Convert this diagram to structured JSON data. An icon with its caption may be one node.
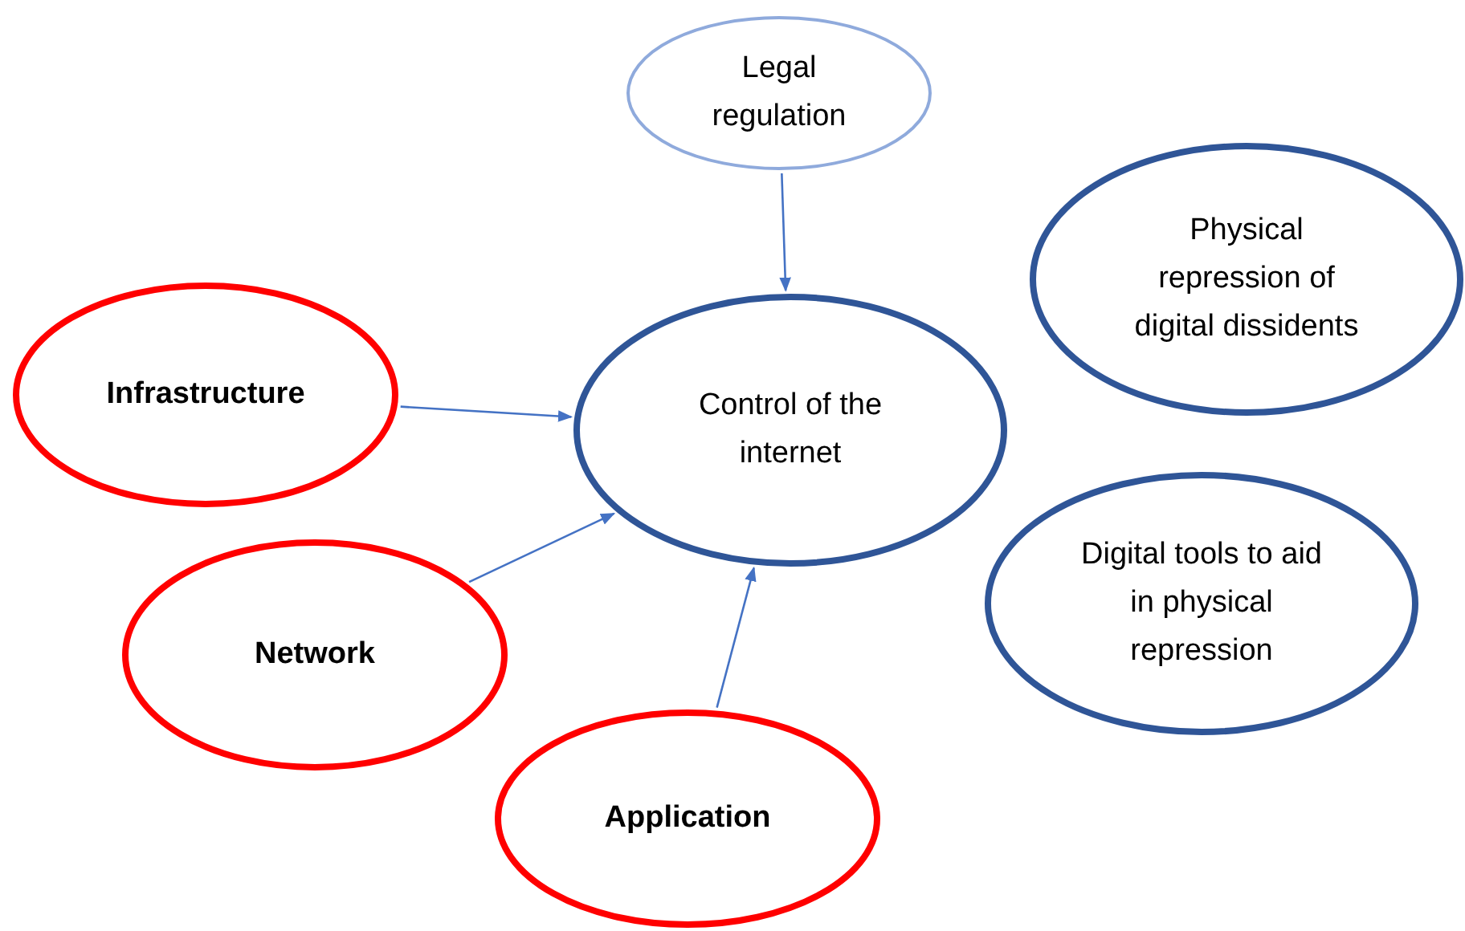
{
  "diagram": {
    "nodes": [
      {
        "text": [
          "Legal regulation"
        ]
      },
      {
        "text": [
          "Physical repression of digital dissidents"
        ]
      },
      {
        "text": [
          "Infrastructure"
        ]
      },
      {
        "text": [
          "Control of the internet"
        ]
      },
      {
        "text": [
          "Digital tools to aid in physical repression"
        ]
      },
      {
        "text": [
          "Network"
        ]
      },
      {
        "text": [
          "Application"
        ]
      }
    ],
    "edges": [
      {
        "from": 0,
        "to": 3,
        "arrow": "to"
      },
      {
        "from": 2,
        "to": 3,
        "arrow": "to"
      },
      {
        "from": 5,
        "to": 3,
        "arrow": "to"
      },
      {
        "from": 6,
        "to": 3,
        "arrow": "to"
      }
    ]
  }
}
